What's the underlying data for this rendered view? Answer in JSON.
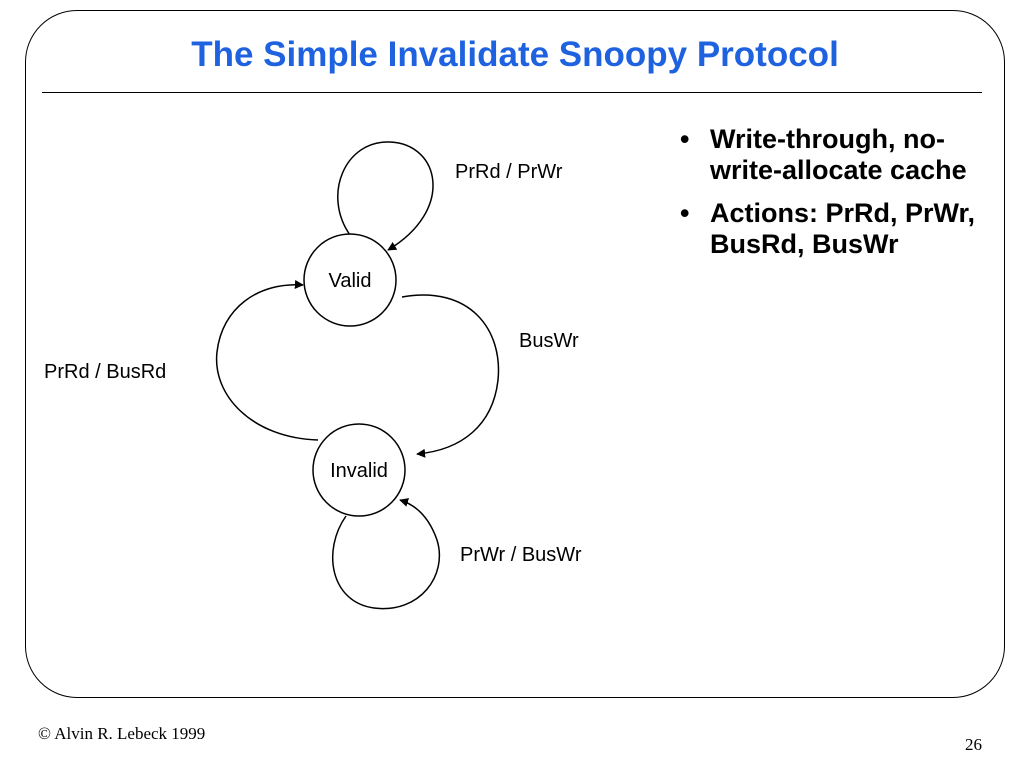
{
  "slide": {
    "title": "The Simple Invalidate Snoopy Protocol",
    "title_color": "#1f62e0",
    "footer_left": "© Alvin R. Lebeck 1999",
    "footer_right": "26"
  },
  "diagram": {
    "states": [
      {
        "id": "valid",
        "label": "Valid"
      },
      {
        "id": "invalid",
        "label": "Invalid"
      }
    ],
    "transitions": [
      {
        "from": "valid",
        "to": "valid",
        "label": "PrRd / PrWr"
      },
      {
        "from": "invalid",
        "to": "valid",
        "label": "PrRd / BusRd"
      },
      {
        "from": "valid",
        "to": "invalid",
        "label": "BusWr"
      },
      {
        "from": "invalid",
        "to": "invalid",
        "label": "PrWr / BusWr"
      }
    ]
  },
  "bullets": [
    "Write-through, no-write-allocate cache",
    "Actions: PrRd, PrWr, BusRd, BusWr"
  ]
}
